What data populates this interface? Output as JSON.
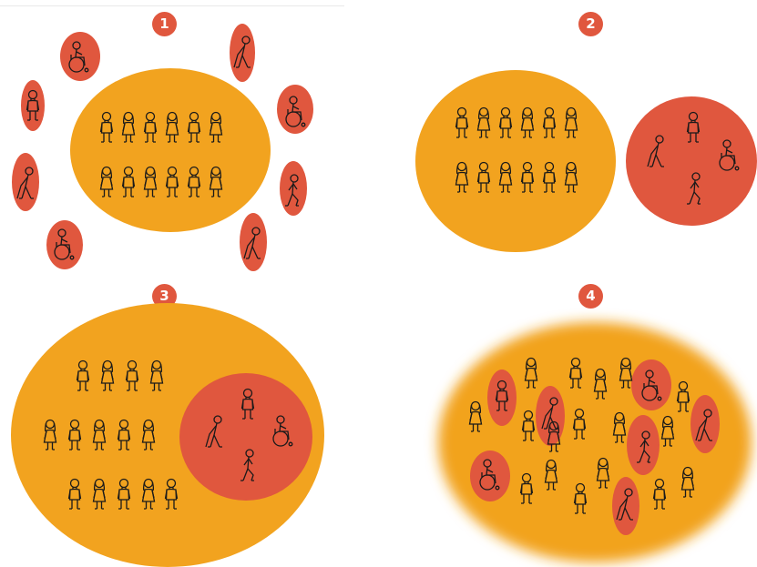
{
  "colors": {
    "majority": "#f2a31f",
    "minority": "#e0573e",
    "badge": "#e0573e",
    "badge_text": "#ffffff",
    "ink": "#1a1a1a"
  },
  "panels": [
    {
      "badge": "1",
      "concept": "exclusion"
    },
    {
      "badge": "2",
      "concept": "segregation"
    },
    {
      "badge": "3",
      "concept": "integration"
    },
    {
      "badge": "4",
      "concept": "inclusion"
    }
  ],
  "figure_icons": [
    "standing-person-icon",
    "wheelchair-user-icon",
    "crutch-walker-icon",
    "walking-person-icon"
  ]
}
